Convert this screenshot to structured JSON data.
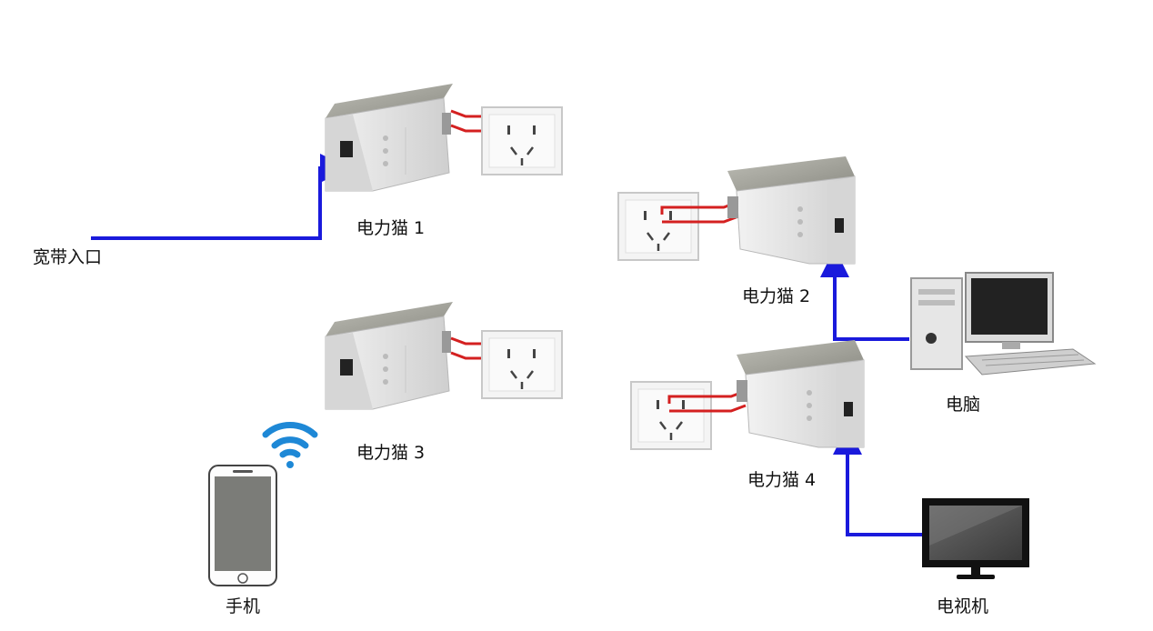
{
  "labels": {
    "broadband": "宽带入口",
    "modem1": "电力猫 1",
    "modem2": "电力猫 2",
    "modem3": "电力猫 3",
    "modem4": "电力猫 4",
    "computer": "电脑",
    "phone": "手机",
    "tv": "电视机"
  },
  "colors": {
    "cable": "#1a1adc",
    "power_wire": "#d42020",
    "modem_top": "#a8a8a0",
    "modem_body": "#e3e3e3",
    "wifi": "#1e88d6"
  },
  "icons": [
    "powerline-adapter-icon",
    "wall-socket-icon",
    "computer-icon",
    "phone-icon",
    "tv-icon",
    "wifi-icon"
  ]
}
